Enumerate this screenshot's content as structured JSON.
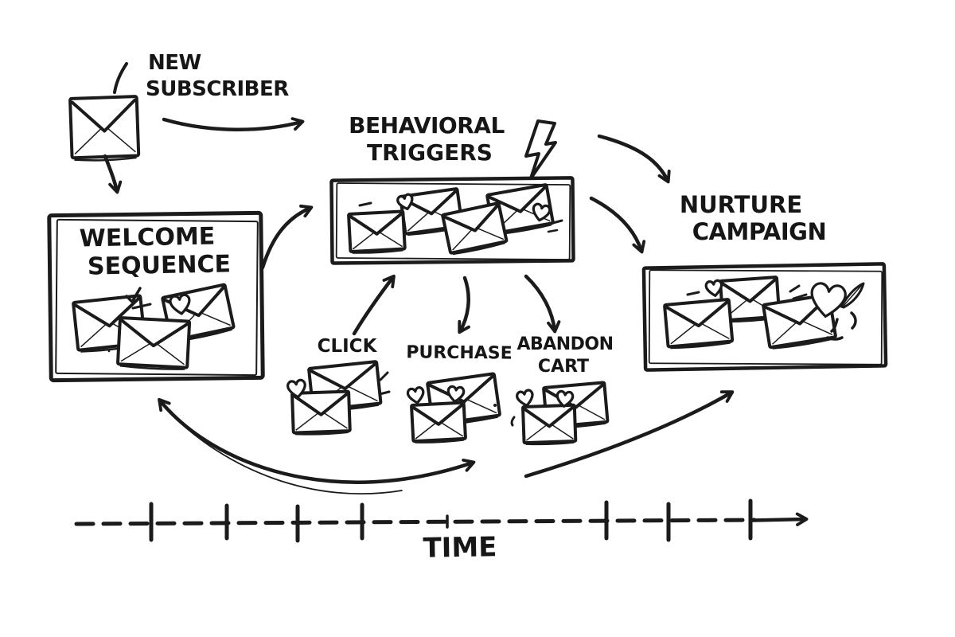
{
  "colors": {
    "background": "#ffffff",
    "ink": "#1b1b1b"
  },
  "labels": {
    "new_subscriber": {
      "line1": "NEW",
      "line2": "SUBSCRIBER"
    },
    "welcome_sequence": {
      "line1": "WELCOME",
      "line2": "SEQUENCE"
    },
    "behavioral_triggers": {
      "line1": "BEHAVIORAL",
      "line2": "TRIGGERS"
    },
    "nurture_campaign": {
      "line1": "NURTURE",
      "line2": "CAMPAIGN"
    },
    "click": "CLICK",
    "purchase": "PURCHASE",
    "abandon_cart": {
      "line1": "ABANDON",
      "line2": "CART"
    },
    "time": "TIME"
  },
  "icons": {
    "envelope": "✉",
    "heart": "♥",
    "lightning_bolt": "⚡",
    "arrow": "→"
  },
  "nodes": [
    {
      "id": "new-subscriber",
      "label": "NEW SUBSCRIBER"
    },
    {
      "id": "welcome-sequence",
      "label": "WELCOME SEQUENCE"
    },
    {
      "id": "behavioral-triggers",
      "label": "BEHAVIORAL TRIGGERS"
    },
    {
      "id": "click",
      "label": "CLICK"
    },
    {
      "id": "purchase",
      "label": "PURCHASE"
    },
    {
      "id": "abandon-cart",
      "label": "ABANDON CART"
    },
    {
      "id": "nurture-campaign",
      "label": "NURTURE CAMPAIGN"
    }
  ],
  "edges": [
    {
      "from": "new-subscriber",
      "to": "behavioral-triggers"
    },
    {
      "from": "new-subscriber",
      "to": "welcome-sequence"
    },
    {
      "from": "welcome-sequence",
      "to": "behavioral-triggers"
    },
    {
      "from": "click",
      "to": "behavioral-triggers"
    },
    {
      "from": "behavioral-triggers",
      "to": "purchase"
    },
    {
      "from": "behavioral-triggers",
      "to": "abandon-cart"
    },
    {
      "from": "behavioral-triggers",
      "to": "nurture-campaign"
    },
    {
      "from": "behavioral-triggers",
      "to": "nurture-campaign"
    },
    {
      "from": "nurture-campaign",
      "to": "welcome-sequence",
      "bidirectional": true
    },
    {
      "from": "abandon-cart",
      "to": "nurture-campaign"
    }
  ],
  "timeline": {
    "label": "TIME",
    "major_ticks": 7,
    "minor_ticks": 1
  }
}
